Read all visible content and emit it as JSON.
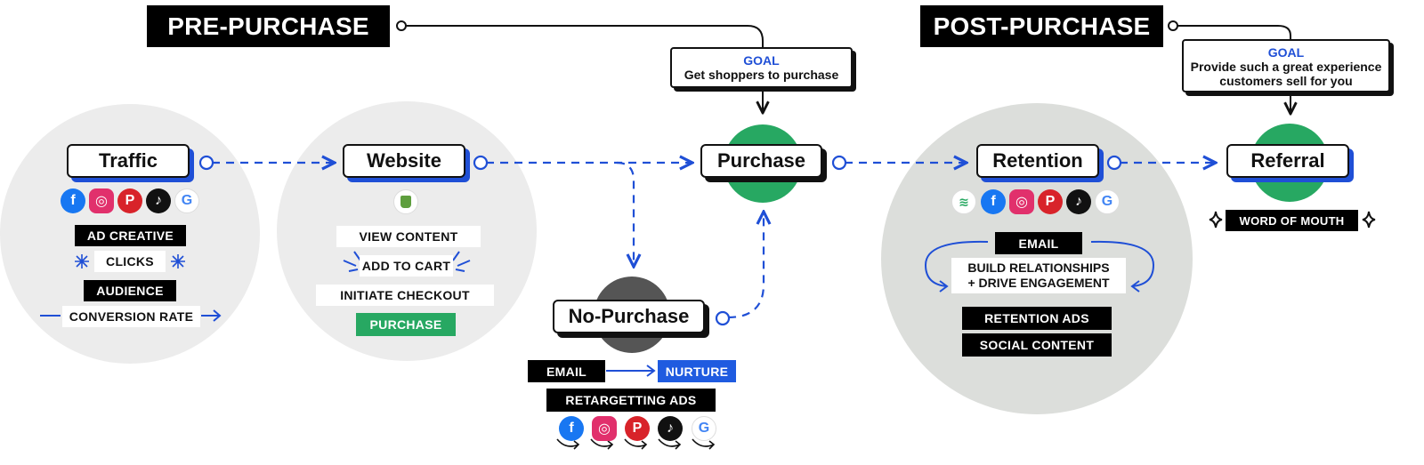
{
  "phases": {
    "pre": "PRE-PURCHASE",
    "post": "POST-PURCHASE"
  },
  "goals": {
    "purchase": {
      "label": "GOAL",
      "text": "Get shoppers to purchase"
    },
    "referral": {
      "label": "GOAL",
      "text_line1": "Provide such a great experience",
      "text_line2": "customers sell for you"
    }
  },
  "stages": {
    "traffic": "Traffic",
    "website": "Website",
    "purchase": "Purchase",
    "no_purchase": "No-Purchase",
    "retention": "Retention",
    "referral": "Referral"
  },
  "traffic": {
    "tags": [
      "AD CREATIVE",
      "CLICKS",
      "AUDIENCE",
      "CONVERSION RATE"
    ],
    "icons": [
      "facebook-icon",
      "instagram-icon",
      "pinterest-icon",
      "tiktok-icon",
      "google-icon"
    ]
  },
  "website": {
    "icon": "shopify-icon",
    "tags": [
      "VIEW CONTENT",
      "ADD TO CART",
      "INITIATE CHECKOUT",
      "PURCHASE"
    ]
  },
  "no_purchase": {
    "email": "EMAIL",
    "nurture": "NURTURE",
    "retargeting": "RETARGETTING ADS",
    "icons": [
      "facebook-icon",
      "instagram-icon",
      "pinterest-icon",
      "tiktok-icon",
      "google-icon"
    ]
  },
  "retention": {
    "icons": [
      "wifi-icon",
      "facebook-icon",
      "instagram-icon",
      "pinterest-icon",
      "tiktok-icon",
      "google-icon"
    ],
    "email": "EMAIL",
    "build_line1": "BUILD RELATIONSHIPS",
    "build_line2": "+ DRIVE ENGAGEMENT",
    "retention_ads": "RETENTION ADS",
    "social_content": "SOCIAL CONTENT"
  },
  "referral": {
    "word_of_mouth": "WORD OF MOUTH"
  },
  "colors": {
    "accent_blue": "#1f4fd6",
    "success_green": "#27a862",
    "circle_gray": "#ececec",
    "circle_gray_dark": "#dcdedb",
    "no_purchase_dark": "#555555"
  }
}
